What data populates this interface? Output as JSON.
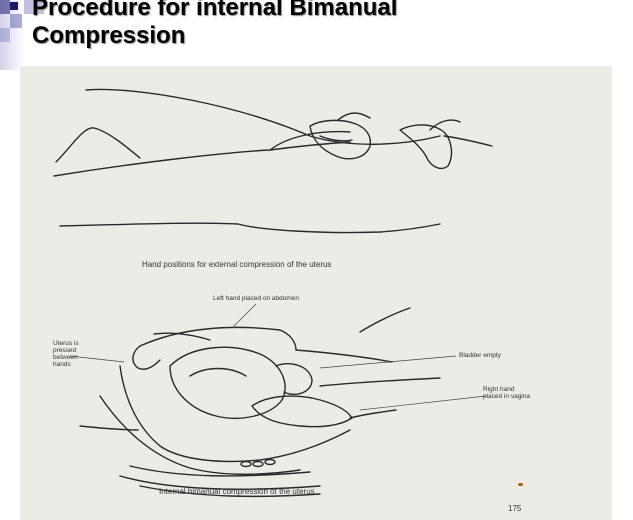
{
  "slide": {
    "title_line1": "Procedure for internal Bimanual",
    "title_line2": "Compression"
  },
  "figure": {
    "caption_external": "Hand positions for external compression of the uterus",
    "caption_internal": "Internal bimanual compression of the uterus",
    "label_left_hand": "Left hand placed on abdomen",
    "label_uterus": "Uterus is pressed between hands",
    "label_bladder": "Bladder empty",
    "label_right_hand": "Right hand placed in vagina",
    "page_number": "175"
  },
  "colors": {
    "scan_background": "#ecebe6",
    "ink": "#2a2a2a",
    "bullet": "#1a1a66"
  }
}
